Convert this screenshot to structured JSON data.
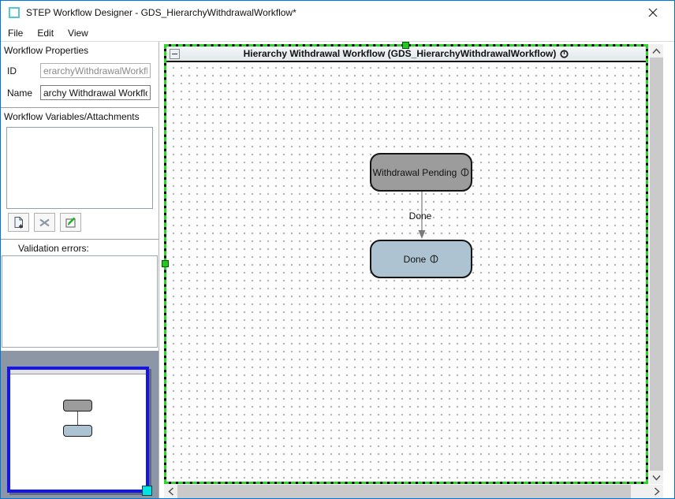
{
  "window": {
    "title": "STEP Workflow Designer - GDS_HierarchyWithdrawalWorkflow*"
  },
  "menu": {
    "items": [
      "File",
      "Edit",
      "View"
    ]
  },
  "sidebar": {
    "properties_header": "Workflow Properties",
    "id_label": "ID",
    "id_value": "erarchyWithdrawalWorkflow",
    "name_label": "Name",
    "name_value": "archy Withdrawal Workflow",
    "variables_header": "Workflow Variables/Attachments",
    "validation_header": "Validation errors:"
  },
  "diagram": {
    "title": "Hierarchy Withdrawal Workflow (GDS_HierarchyWithdrawalWorkflow)",
    "nodes": [
      {
        "label": "Withdrawal Pending",
        "fill": "#9C9C9C"
      },
      {
        "label": "Done",
        "fill": "#AEC3D2"
      }
    ],
    "transition_label": "Done"
  },
  "colors": {
    "window_border": "#0078D7",
    "app_icon_teal": "#56C5D8",
    "selection_green": "#2ED32E",
    "node_gray": "#9C9C9C",
    "node_blue": "#AEC3D2",
    "minimap_bg": "#8C96A4",
    "minimap_border": "#1414EE",
    "resize_handle_cyan": "#00E3E3",
    "canvas_dot": "#B2B2B2"
  }
}
